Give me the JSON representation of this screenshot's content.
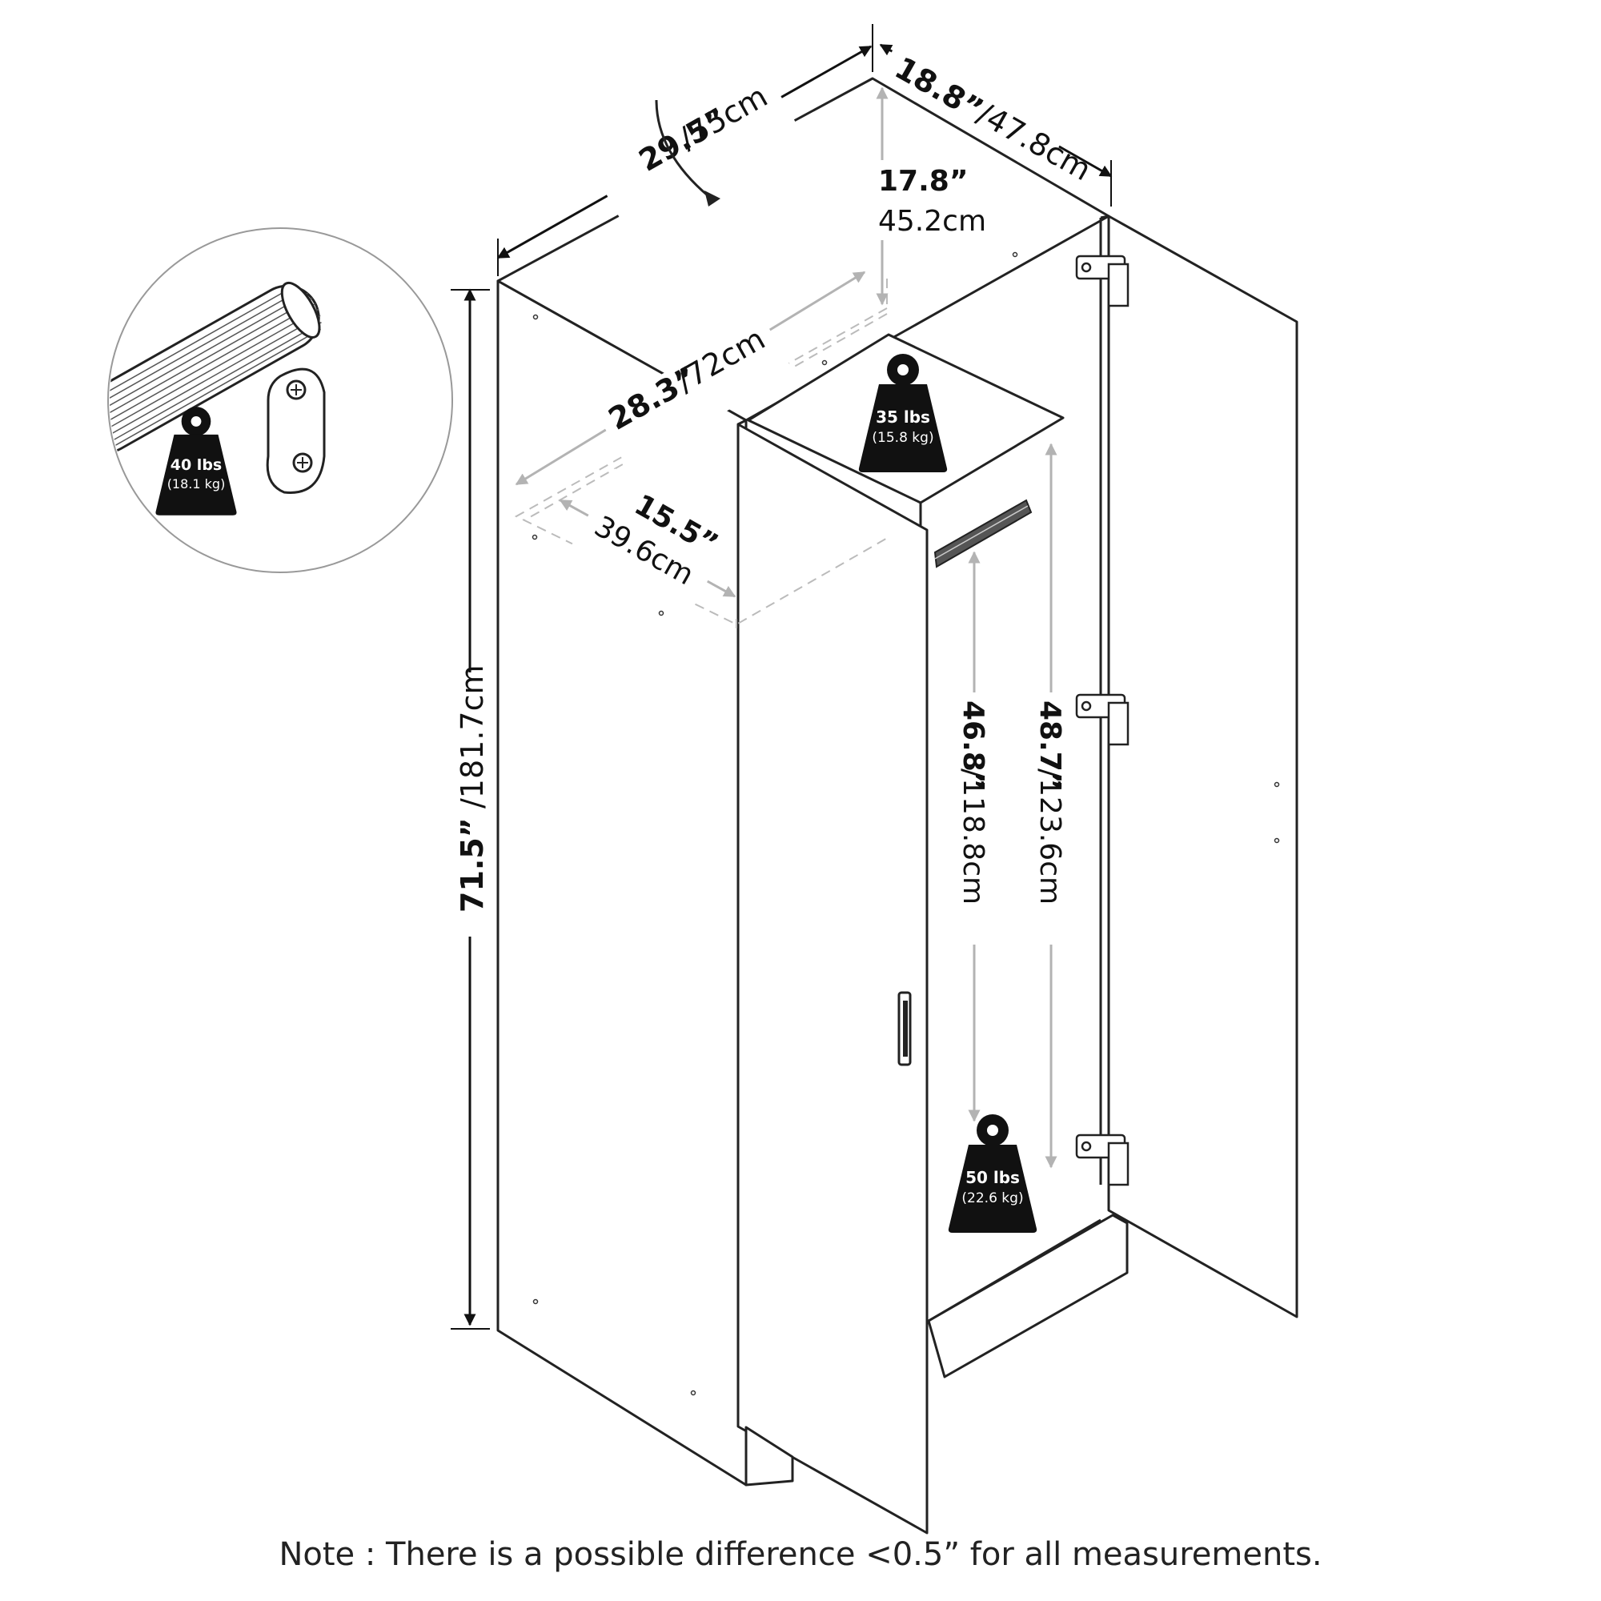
{
  "dimensions": {
    "width_in": "29.5”",
    "width_cm": "/75cm",
    "depth_in": "18.8”",
    "depth_cm": "/47.8cm",
    "top_gap_in": "17.8”",
    "top_gap_cm": "45.2cm",
    "inner_width_in": "28.3”",
    "inner_width_cm": "/72cm",
    "inner_depth_in": "15.5”",
    "inner_depth_cm": "39.6cm",
    "height_in": "71.5”",
    "height_cm": "/181.7cm",
    "rod_clearance_in": "46.8”",
    "rod_clearance_cm": "/118.8cm",
    "shelf_clearance_in": "48.7”",
    "shelf_clearance_cm": "/123.6cm"
  },
  "weights": {
    "rod": {
      "lbs": "40 lbs",
      "kg": "(18.1 kg)"
    },
    "shelf": {
      "lbs": "35 lbs",
      "kg": "(15.8 kg)"
    },
    "bottom": {
      "lbs": "50 lbs",
      "kg": "(22.6 kg)"
    }
  },
  "note": "Note : There is a possible difference <0.5” for all measurements.",
  "colors": {
    "line": "#222222",
    "dim_gray": "#b3b3b3",
    "weight_fill": "#111111"
  }
}
